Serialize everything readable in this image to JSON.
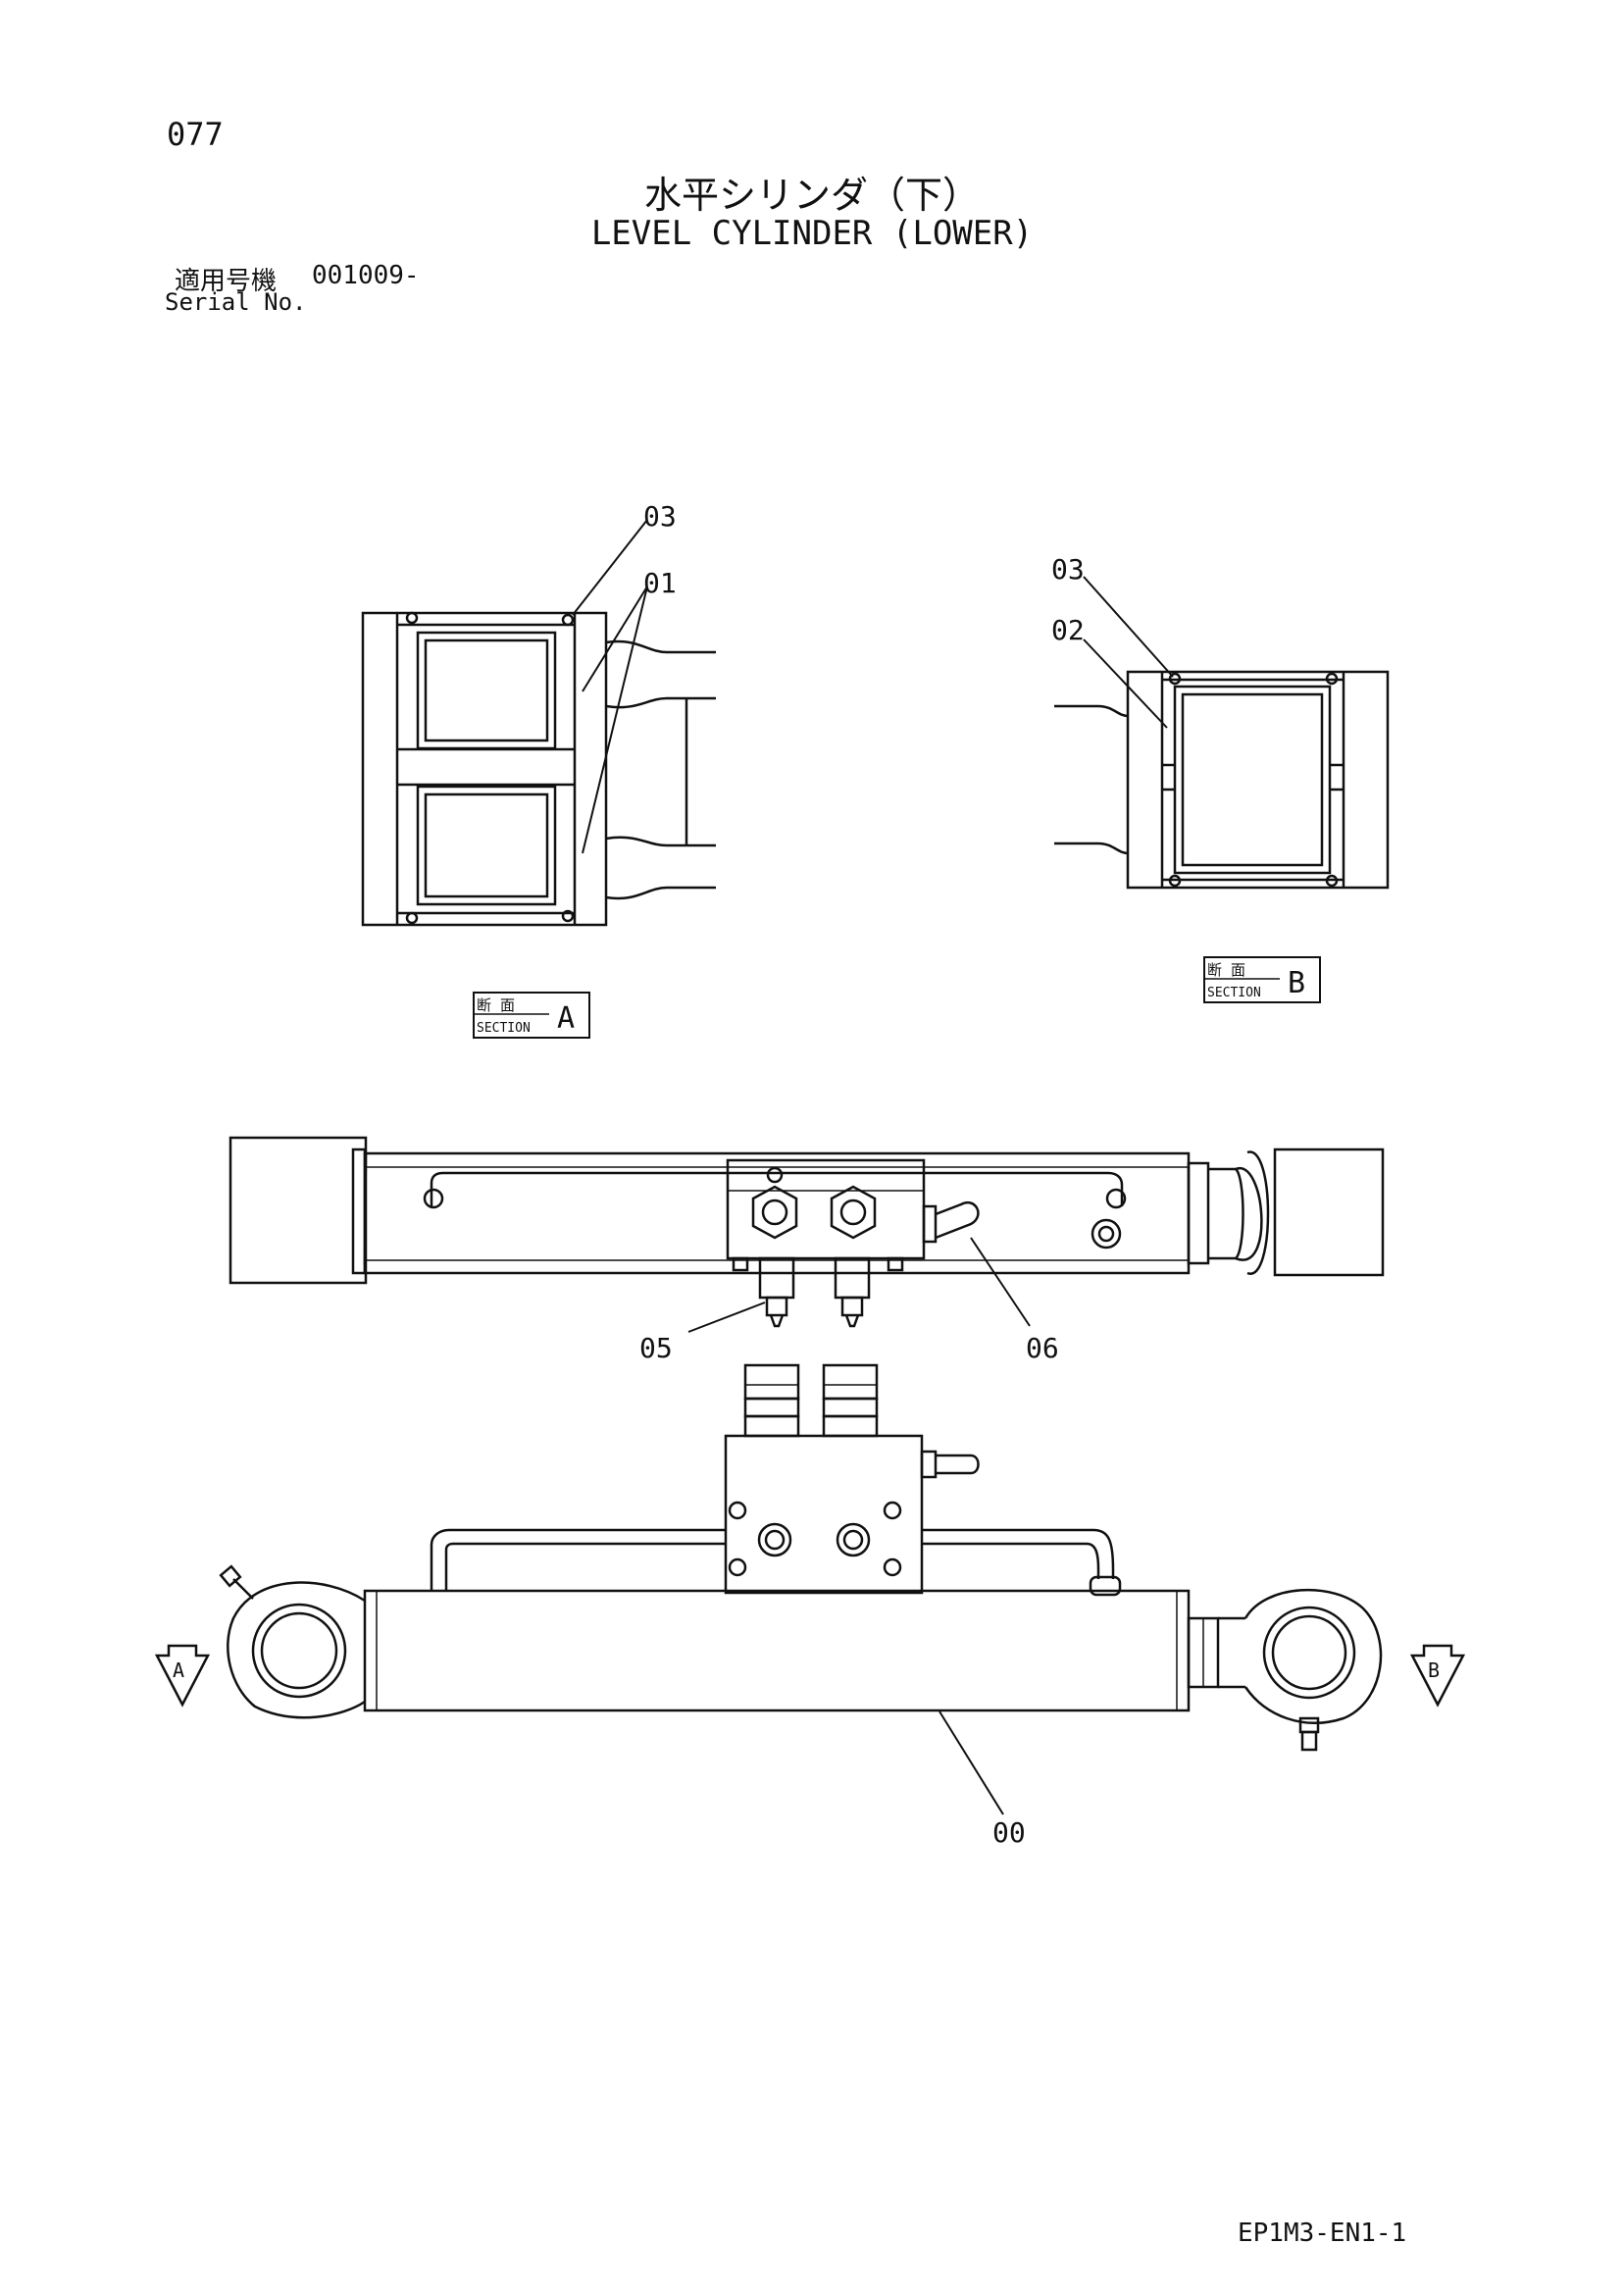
{
  "page_number": "077",
  "title_jp": "水平シリンダ（下）",
  "title_en": "LEVEL CYLINDER (LOWER)",
  "serial": {
    "label_jp": "適用号機",
    "label_en": "Serial No.",
    "value": "001009-"
  },
  "section_a": {
    "label_jp": "断 面",
    "label_en": "SECTION",
    "letter": "A"
  },
  "section_b": {
    "label_jp": "断 面",
    "label_en": "SECTION",
    "letter": "B"
  },
  "callouts": {
    "p00": "00",
    "p01": "01",
    "p02": "02",
    "p03a": "03",
    "p03b": "03",
    "p05": "05",
    "p06": "06"
  },
  "view_arrows": {
    "a": "A",
    "b": "B"
  },
  "doc_code": "EP1M3-EN1-1"
}
